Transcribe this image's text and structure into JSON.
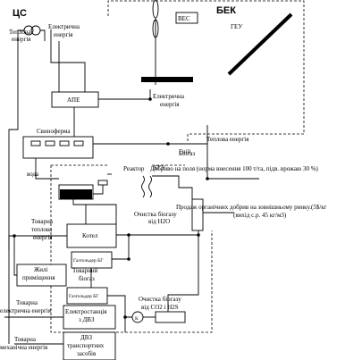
{
  "regions": {
    "cs": "ЦС",
    "bek": "БЕК",
    "heu": "ГЕУ",
    "bgu": "БГУ"
  },
  "left_labels": {
    "heat_energy": [
      "Теплова",
      "енергія"
    ],
    "electric_energy": [
      "Електрична",
      "енергія"
    ],
    "commodity_heat": [
      "Товарна",
      "теплова",
      "енергія"
    ],
    "commodity_electric": [
      "Товарна",
      "електрична енергія"
    ],
    "commodity_mech": [
      "Товарна",
      "механічна енергія"
    ]
  },
  "boxes": {
    "ape": "АПЕ",
    "ves": "ВЕС",
    "pigfarm": "Свиноферма",
    "boiler": "Котел",
    "gasholder1": "Газгольдер БГ",
    "gasholder2": "Газгольдер БГ",
    "living": [
      "Жилі",
      "приміщення"
    ],
    "plant": [
      "Електростанція",
      "з ДВЗ"
    ],
    "ice": [
      "ДВЗ",
      "транспортних",
      "засобів"
    ],
    "k": "К"
  },
  "annotations": {
    "electric_energy_bek": [
      "Електрична",
      "енергія"
    ],
    "heat_energy_right": "Теплова енергія",
    "manure": "Гній",
    "water": "вода",
    "reactor": "Реактор",
    "biogas": "Біогаз",
    "fertilizer_field": "Добриво на поля (норма внесення 100 т/га, підв. врожаю 30 %)",
    "fertilizer_market": "Продаж органічних добрив на зовнішньому ринку.(5$/кг",
    "fertilizer_market2": "(вихід с.р. 45 кг/м3)",
    "h2o_cleaning": [
      "Очистка біогазу",
      "від Н2О"
    ],
    "co2_cleaning": [
      "Очистка біогазу",
      "від СО2 і Н2S"
    ],
    "commodity_biogas": [
      "Товарний",
      "біогаз"
    ]
  }
}
